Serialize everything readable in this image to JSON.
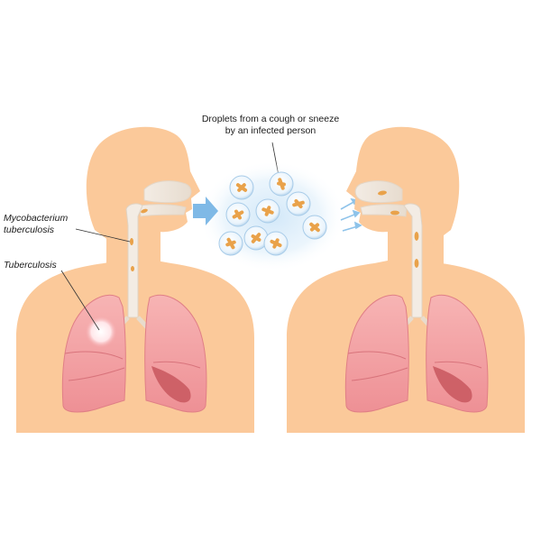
{
  "labels": {
    "droplets": [
      "Droplets from a cough or sneeze",
      "by an infected person"
    ],
    "mycobacterium": [
      "Mycobacterium",
      "tuberculosis"
    ],
    "tuberculosis": "Tuberculosis"
  },
  "colors": {
    "skin": "#fbc99a",
    "lung": "#f4a3a5",
    "lung_dark": "#c8575e",
    "trachea": "#f3ece4",
    "bacteria": "#e9a24a",
    "droplet_glow": "#cfe6f8",
    "arrow": "#7fb9e6",
    "infection_spot": "#ffffff"
  },
  "icons": {
    "transmission_arrow": "arrow-right-icon",
    "inhale_arrows": "airflow-arrows-icon",
    "droplet": "bacteria-droplet-icon"
  }
}
